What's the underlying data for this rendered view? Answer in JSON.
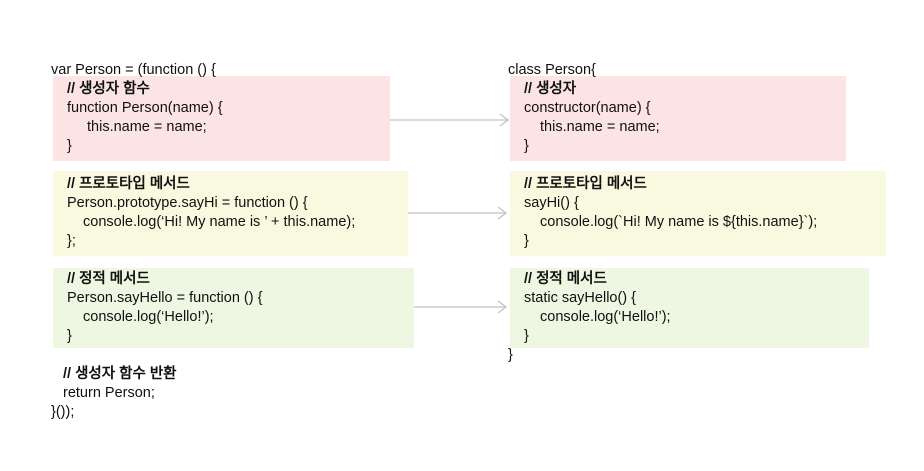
{
  "colors": {
    "red_box": "#fde4e4",
    "yellow_box": "#f9f9df",
    "green_box": "#eef7e2",
    "arrow": "#c4c4c4",
    "text": "#111111"
  },
  "left": {
    "header": "var Person = (function () {",
    "ctor": {
      "comment": "// 생성자 함수",
      "line1": "function Person(name) {",
      "line2": "this.name = name;",
      "line3": "}"
    },
    "proto": {
      "comment": "// 프로토타입 메서드",
      "line1": "Person.prototype.sayHi = function () {",
      "line2": "console.log(‘Hi! My name is ’ + this.name);",
      "line3": "};"
    },
    "static": {
      "comment": "// 정적 메서드",
      "line1": "Person.sayHello = function () {",
      "line2": "console.log(‘Hello!’);",
      "line3": "}"
    },
    "footer": {
      "comment": "// 생성자 함수 반환",
      "line1": "return Person;",
      "line2": "}());"
    }
  },
  "right": {
    "header": "class Person{",
    "ctor": {
      "comment": "// 생성자",
      "line1": "constructor(name) {",
      "line2": "this.name = name;",
      "line3": "}"
    },
    "proto": {
      "comment": "// 프로토타입 메서드",
      "line1": "sayHi() {",
      "line2": "console.log(`Hi! My name is ${this.name}`);",
      "line3": "}"
    },
    "static": {
      "comment": "// 정적 메서드",
      "line1": "static sayHello() {",
      "line2": "console.log(‘Hello!’);",
      "line3": "}"
    },
    "closing": "}"
  }
}
